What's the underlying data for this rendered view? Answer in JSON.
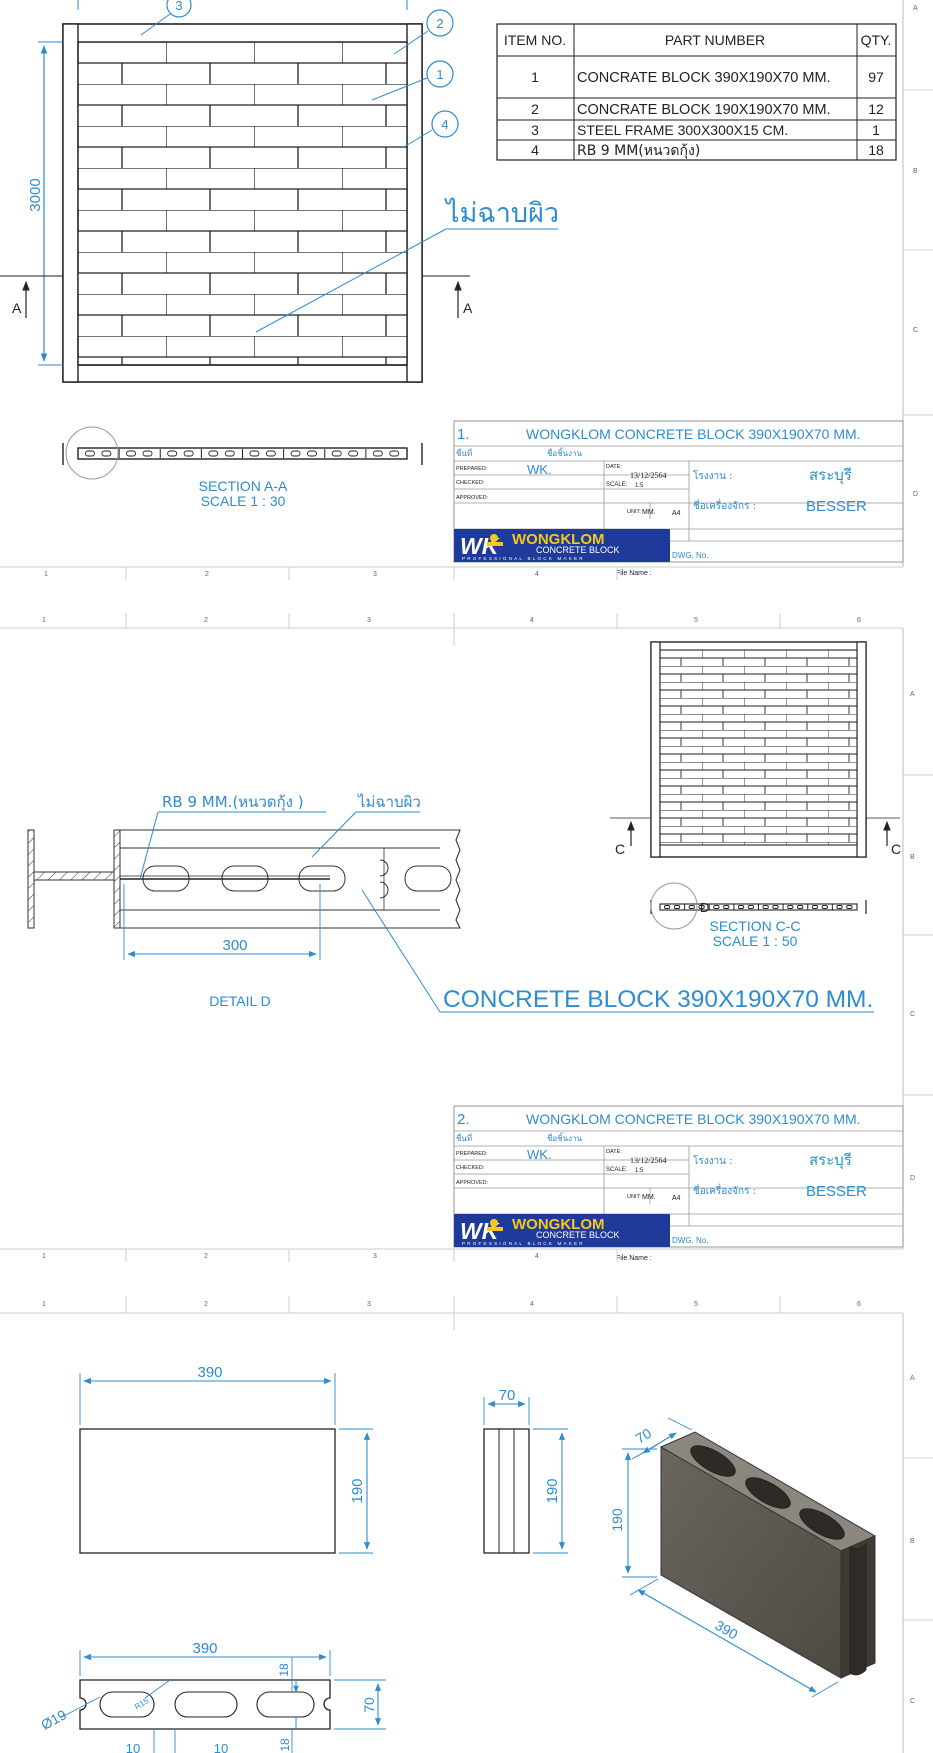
{
  "zones": {
    "columns": [
      "1",
      "2",
      "3",
      "4",
      "5",
      "6"
    ],
    "rows": [
      "A",
      "B",
      "C",
      "D"
    ]
  },
  "bom": {
    "headers": [
      "ITEM NO.",
      "PART NUMBER",
      "QTY."
    ],
    "rows": [
      {
        "item": "1",
        "part": "CONCRATE BLOCK 390X190X70 MM.",
        "qty": "97"
      },
      {
        "item": "2",
        "part": "CONCRATE BLOCK 190X190X70 MM.",
        "qty": "12"
      },
      {
        "item": "3",
        "part": "STEEL FRAME 300X300X15 CM.",
        "qty": "1"
      },
      {
        "item": "4",
        "part": "RB 9 MM(หนวดกุ้ง)",
        "qty": "18"
      }
    ]
  },
  "sheet1": {
    "balloons": [
      "3",
      "2",
      "1",
      "4"
    ],
    "height_dim": "3000",
    "finish_note": "ไม่ฉาบผิว",
    "section_letter": "A",
    "section_title": "SECTION A-A",
    "section_scale": "SCALE 1 : 30"
  },
  "sheet2": {
    "rebar_note": "RB 9 MM.(หนวดกุ้ง )",
    "finish_note": "ไม่ฉาบผิว",
    "dim_300": "300",
    "detail_label": "DETAIL D",
    "detail_letter": "D",
    "block_note": "CONCRETE BLOCK 390X190X70 MM.",
    "section_letter": "C",
    "section_title": "SECTION C-C",
    "section_scale": "SCALE 1 : 50"
  },
  "sheet3": {
    "dims": {
      "width": "390",
      "height": "190",
      "thickness": "70",
      "height_side": "190",
      "iso_thickness": "70",
      "iso_height": "190",
      "iso_length": "390",
      "top_width": "390",
      "top_thickness": "70",
      "wall": "18",
      "wall2": "18",
      "diameter": "Ø19",
      "radius": "R15",
      "small_a": "10",
      "small_b": "10"
    }
  },
  "title_blocks": [
    {
      "sheet_no": "1.",
      "title": "WONGKLOM CONCRETE BLOCK 390X190X70 MM.",
      "part_label": "ชื่นที่",
      "part_name_label": "ชื่อชิ้นงาน",
      "prepared_label": "PREPARED:",
      "prepared_value": "WK.",
      "checked_label": "CHECKED:",
      "approved_label": "APPROVED:",
      "date_label": "DATE:",
      "date_value": "13/12/2564",
      "scale_label": "SCALE:",
      "scale_value": "1:5",
      "unit_label": "UNIT:",
      "unit_value": "MM.",
      "paper": "A4",
      "factory_label": "โรงงาน :",
      "factory_value": "สระบุรี",
      "machine_label": "ชื่อเครื่องจักร :",
      "machine_value": "BESSER",
      "dwg_label": "DWG. No.",
      "file_label": "File Name :"
    },
    {
      "sheet_no": "2.",
      "title": "WONGKLOM CONCRETE BLOCK 390X190X70 MM.",
      "part_label": "ชื่นที่",
      "part_name_label": "ชื่อชิ้นงาน",
      "prepared_label": "PREPARED:",
      "prepared_value": "WK.",
      "checked_label": "CHECKED:",
      "approved_label": "APPROVED:",
      "date_label": "DATE:",
      "date_value": "13/12/2564",
      "scale_label": "SCALE:",
      "scale_value": "1:5",
      "unit_label": "UNIT:",
      "unit_value": "MM.",
      "paper": "A4",
      "factory_label": "โรงงาน :",
      "factory_value": "สระบุรี",
      "machine_label": "ชื่อเครื่องจักร :",
      "machine_value": "BESSER",
      "dwg_label": "DWG. No.",
      "file_label": "File Name :"
    }
  ],
  "logo": {
    "mark": "WK",
    "name": "WONGKLOM",
    "sub": "CONCRETE BLOCK",
    "tagline": "PROFESSIONAL BLOCK MAKER"
  },
  "colors": {
    "dimension": "#2e8ccf",
    "line": "#222222",
    "logo_bg": "#1e3a9a",
    "logo_accent": "#f6c81a",
    "block_face": "#5c5851"
  }
}
